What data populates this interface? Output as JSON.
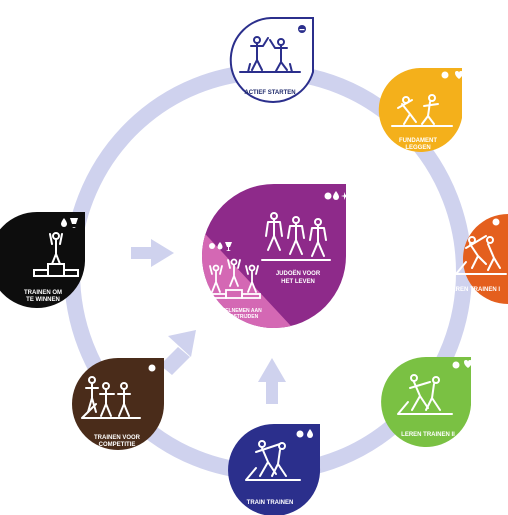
{
  "colors": {
    "ring": "#cfd2ee",
    "arrows": "#cfd2ee",
    "actief_starten": "#ffffff",
    "actief_starten_border": "#2b2f8c",
    "fundament_leggen": "#f4b01b",
    "leren_trainen_1": "#e45f1e",
    "leren_trainen_2": "#7ac143",
    "train_trainen": "#2b2f8c",
    "trainen_voor_competitie": "#4a2c1a",
    "trainen_om_te_winnen": "#0d0d0d",
    "judoen_voor_het_leven": "#8e2a8a",
    "deelnemen_aan_wedstrijden": "#d468b4"
  },
  "stages": {
    "actief_starten": {
      "label_1": "ACTIEF STARTEN",
      "icons": "smiley"
    },
    "fundament_leggen": {
      "label_1": "FUNDAMENT",
      "label_2": "LEGGEN",
      "icons": "smiley-heart"
    },
    "leren_trainen_1": {
      "label_1": "LEREN TRAINEN I",
      "icons": "smiley-heart"
    },
    "leren_trainen_2": {
      "label_1": "LEREN TRAINEN II",
      "icons": "smiley-heart"
    },
    "train_trainen": {
      "label_1": "TRAIN TRAINEN",
      "icons": "smiley-drop"
    },
    "trainen_voor_competitie": {
      "label_1": "TRAINEN VOOR",
      "label_2": "COMPETITIE",
      "icons": "smiley"
    },
    "trainen_om_te_winnen": {
      "label_1": "TRAINEN OM",
      "label_2": "TE WINNEN",
      "icons": "drop-cup"
    },
    "judoen_voor_het_leven": {
      "label_1": "JUDOËN VOOR",
      "label_2": "HET LEVEN",
      "icons": "smiley-drop-plane"
    },
    "deelnemen_aan_wedstrijden": {
      "label_1": "DEELNEMEN AAN",
      "label_2": "WEDSTRIJDEN",
      "icons": "smiley-drop-cup"
    }
  }
}
